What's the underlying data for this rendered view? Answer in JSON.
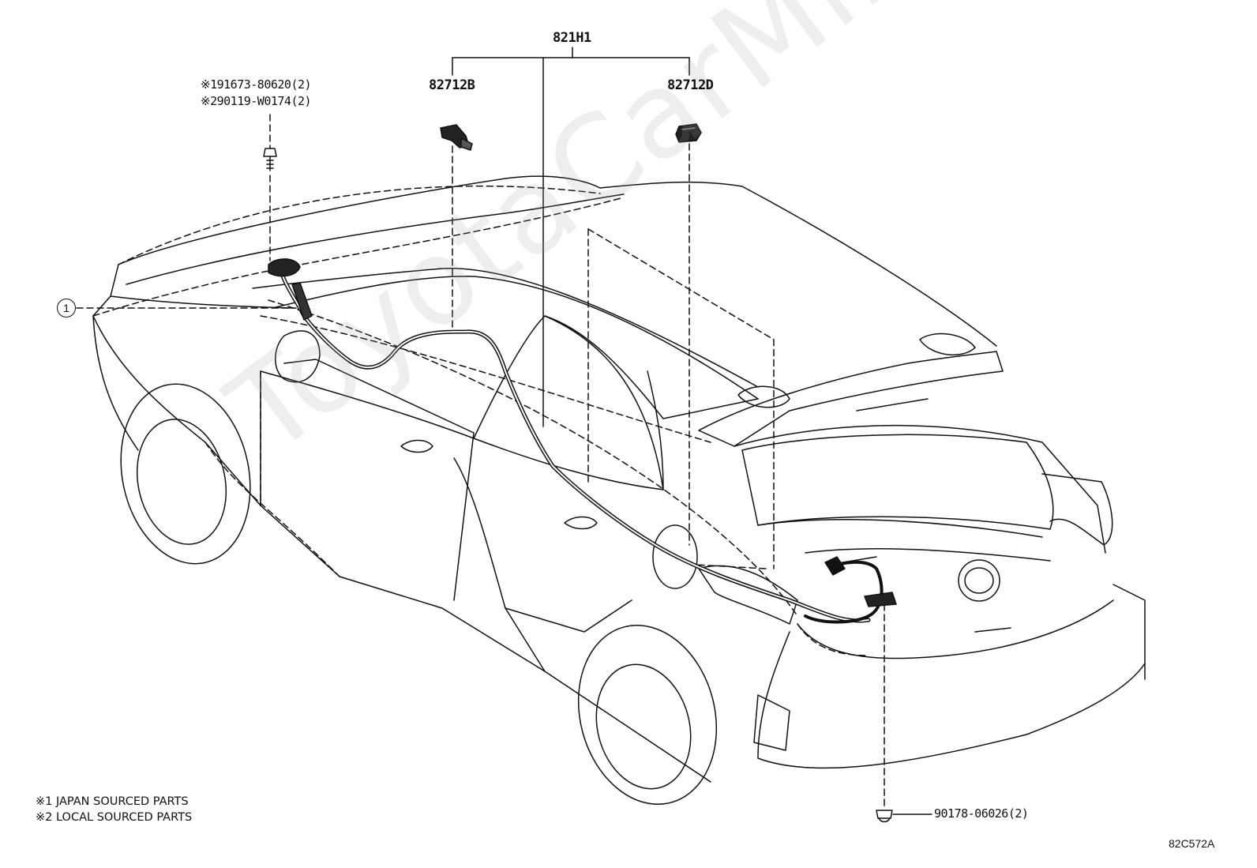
{
  "parts": {
    "assembly": "821H1",
    "left_part": "82712B",
    "right_part": "82712D",
    "screw_note_1": "※191673-80620(2)",
    "screw_note_2": "※290119-W0174(2)",
    "clip": "90178-06026(2)",
    "callout_number": "1"
  },
  "notes": {
    "line1": "※1 JAPAN SOURCED PARTS",
    "line2": "※2 LOCAL SOURCED PARTS"
  },
  "watermark": "ToyotaCarMine.ru",
  "diagram_id": "82C572A",
  "colors": {
    "line": "#111111",
    "watermark": "#a0a0a0",
    "background": "#ffffff"
  }
}
